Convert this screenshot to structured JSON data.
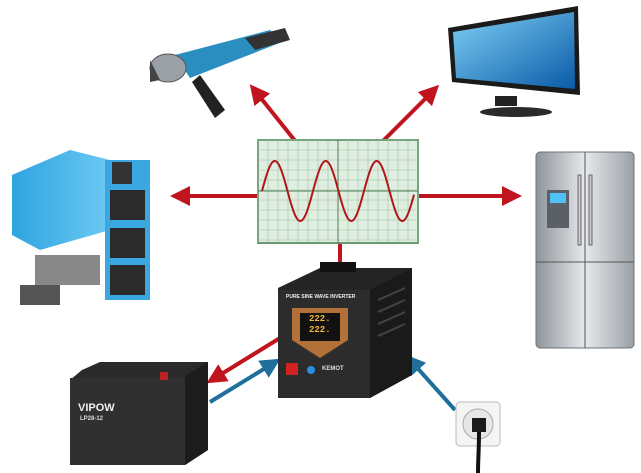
{
  "colors": {
    "power_out": "#c0141e",
    "power_in": "#1f6f9a",
    "scope_bg": "#dfeee0",
    "scope_grid": "#6a9a72",
    "wave": "#b01818"
  },
  "inverter": {
    "title": "PURE SINE WAVE INVERTER",
    "display_top": "222.",
    "display_bottom": "222.",
    "brand": "KEMOT"
  },
  "battery": {
    "brand": "VIPOW",
    "model": "LP28-12"
  }
}
